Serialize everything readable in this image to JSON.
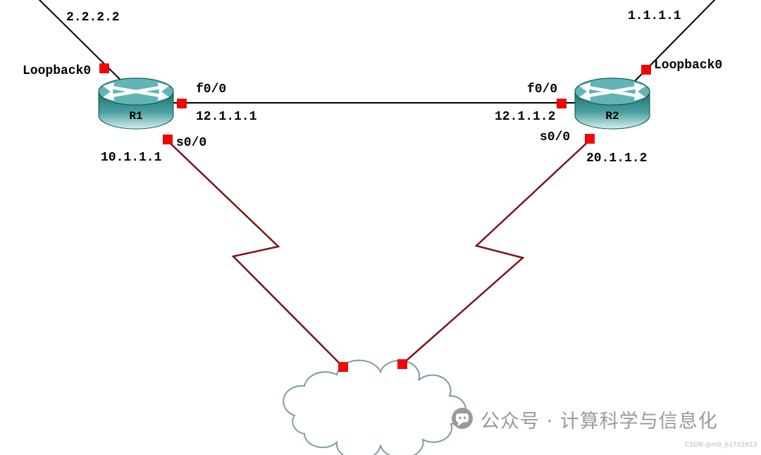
{
  "topology": {
    "nodes": {
      "r1": {
        "name": "R1",
        "loopback_label": "Loopback0",
        "loopback_ip": "2.2.2.2",
        "eth_if": "f0/0",
        "eth_ip": "12.1.1.1",
        "serial_if": "s0/0",
        "serial_ip": "10.1.1.1"
      },
      "r2": {
        "name": "R2",
        "loopback_label": "Loopback0",
        "loopback_ip": "1.1.1.1",
        "eth_if": "f0/0",
        "eth_ip": "12.1.1.2",
        "serial_if": "s0/0",
        "serial_ip": "20.1.1.2"
      },
      "cloud": {
        "type": "cloud"
      }
    },
    "links": [
      {
        "type": "ethernet",
        "from": "R1 f0/0",
        "to": "R2 f0/0"
      },
      {
        "type": "serial",
        "from": "R1 s0/0",
        "to": "cloud"
      },
      {
        "type": "serial",
        "from": "R2 s0/0",
        "to": "cloud"
      }
    ]
  },
  "watermark": {
    "text": "公众号 · 计算科学与信息化",
    "credit": "CSDN @m0_61703913"
  },
  "colors": {
    "ethernet_link": "#000000",
    "serial_link": "#7a1515",
    "connector": "#ff0000",
    "router_body": "#2f8f8f",
    "router_top": "#63b5b5",
    "cloud_stroke": "#7d9aa5",
    "watermark_gray": "#9a9a9a"
  }
}
